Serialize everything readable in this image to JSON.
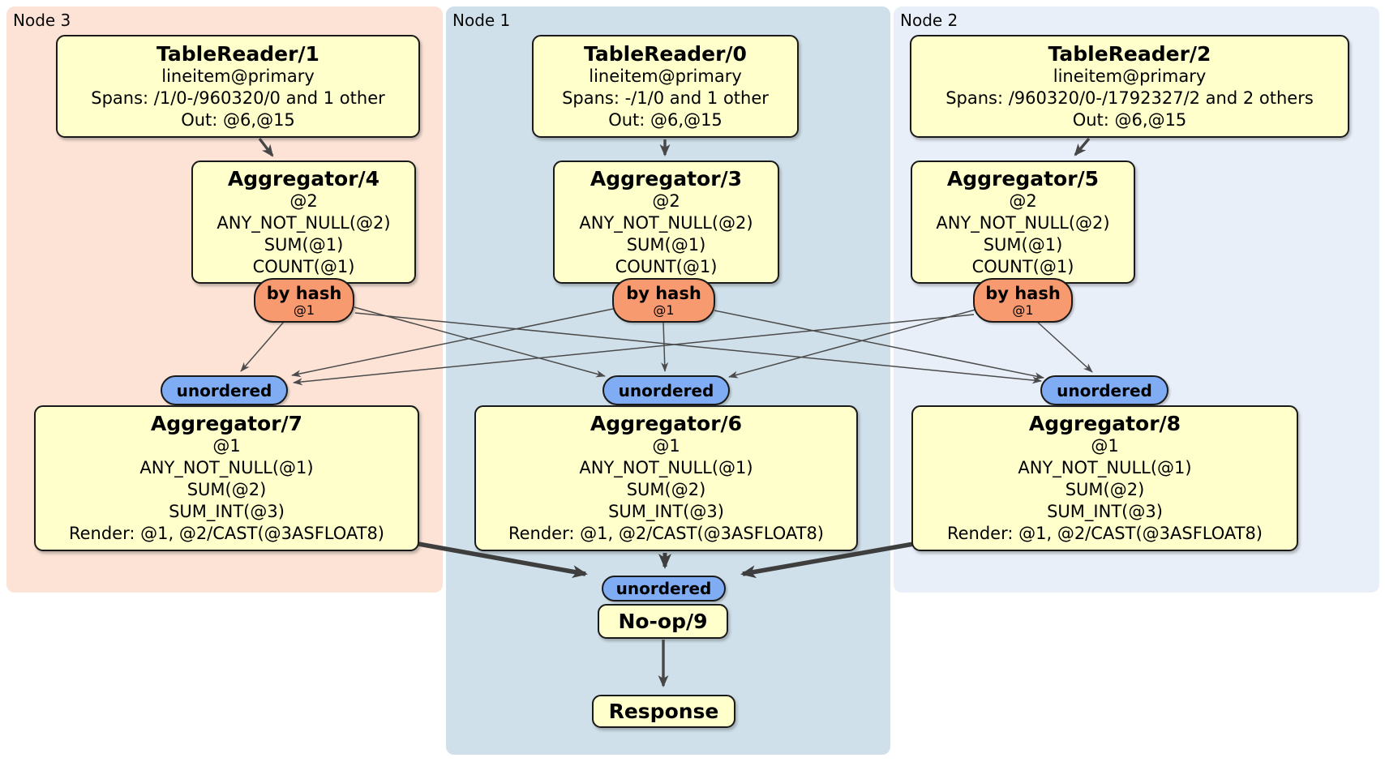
{
  "regions": [
    {
      "label": "Node 3"
    },
    {
      "label": "Node 1"
    },
    {
      "label": "Node 2"
    }
  ],
  "labels": {
    "by_hash": "by hash",
    "hash_stream": "@1",
    "unordered": "unordered"
  },
  "processors": {
    "tablereader1": {
      "title": "TableReader/1",
      "lines": [
        "lineitem@primary",
        "Spans: /1/0-/960320/0 and 1 other",
        "Out: @6,@15"
      ]
    },
    "tablereader0": {
      "title": "TableReader/0",
      "lines": [
        "lineitem@primary",
        "Spans: -/1/0 and 1 other",
        "Out: @6,@15"
      ]
    },
    "tablereader2": {
      "title": "TableReader/2",
      "lines": [
        "lineitem@primary",
        "Spans: /960320/0-/1792327/2 and 2 others",
        "Out: @6,@15"
      ]
    },
    "aggregator4": {
      "title": "Aggregator/4",
      "lines": [
        "@2",
        "ANY_NOT_NULL(@2)",
        "SUM(@1)",
        "COUNT(@1)"
      ]
    },
    "aggregator3": {
      "title": "Aggregator/3",
      "lines": [
        "@2",
        "ANY_NOT_NULL(@2)",
        "SUM(@1)",
        "COUNT(@1)"
      ]
    },
    "aggregator5": {
      "title": "Aggregator/5",
      "lines": [
        "@2",
        "ANY_NOT_NULL(@2)",
        "SUM(@1)",
        "COUNT(@1)"
      ]
    },
    "aggregator7": {
      "title": "Aggregator/7",
      "lines": [
        "@1",
        "ANY_NOT_NULL(@1)",
        "SUM(@2)",
        "SUM_INT(@3)",
        "Render: @1, @2/CAST(@3ASFLOAT8)"
      ]
    },
    "aggregator6": {
      "title": "Aggregator/6",
      "lines": [
        "@1",
        "ANY_NOT_NULL(@1)",
        "SUM(@2)",
        "SUM_INT(@3)",
        "Render: @1, @2/CAST(@3ASFLOAT8)"
      ]
    },
    "aggregator8": {
      "title": "Aggregator/8",
      "lines": [
        "@1",
        "ANY_NOT_NULL(@1)",
        "SUM(@2)",
        "SUM_INT(@3)",
        "Render: @1, @2/CAST(@3ASFLOAT8)"
      ]
    },
    "noop9": {
      "title": "No-op/9"
    },
    "response": {
      "title": "Response"
    }
  },
  "colors": {
    "node3_bg": "#FCE3D5",
    "node1_bg": "#CFE0EA",
    "node2_bg": "#E9EFF9",
    "processor_bg": "#FFFFCC",
    "router_bg": "#F89A70",
    "sync_bg": "#7FACF2",
    "edge_thin": "#4B4B4B",
    "edge_thick": "#3E3E3E"
  }
}
